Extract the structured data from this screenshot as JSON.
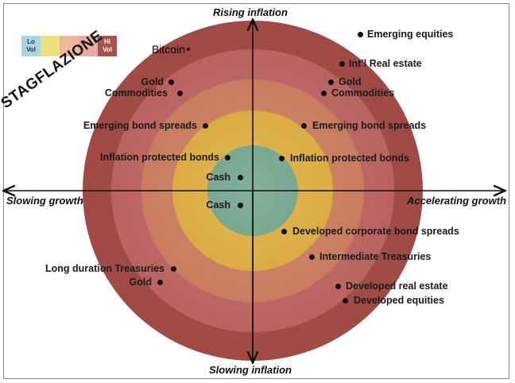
{
  "axes": {
    "top": "Rising inflation",
    "bottom": "Slowing inflation",
    "left": "Slowing growth",
    "right": "Accelerating growth"
  },
  "legend": {
    "low": "Lo Vol",
    "high": "Hi Vol",
    "colors": [
      "#a9d4e2",
      "#e8e17c",
      "#ecb79b",
      "#e6a9aa",
      "#a9524b"
    ]
  },
  "title": "STAGFLAZIONE",
  "rings": {
    "colors": [
      "#a94f48",
      "#c56866",
      "#d38060",
      "#e3b03d",
      "#72a68b"
    ]
  },
  "bitcoin": "Bitcoin",
  "labels_left": [
    "Gold",
    "Commodities",
    "Emerging bond spreads",
    "Inflation protected bonds",
    "Cash",
    "Cash",
    "Long duration Treasuries",
    "Gold"
  ],
  "labels_right": [
    "Emerging equities",
    "Int’l Real estate",
    "Gold",
    "Commodities",
    "Emerging bond spreads",
    "Inflation protected bonds",
    "Developed corporate bond spreads",
    "Intermediate Treasuries",
    "Developed real estate",
    "Developed equities"
  ]
}
